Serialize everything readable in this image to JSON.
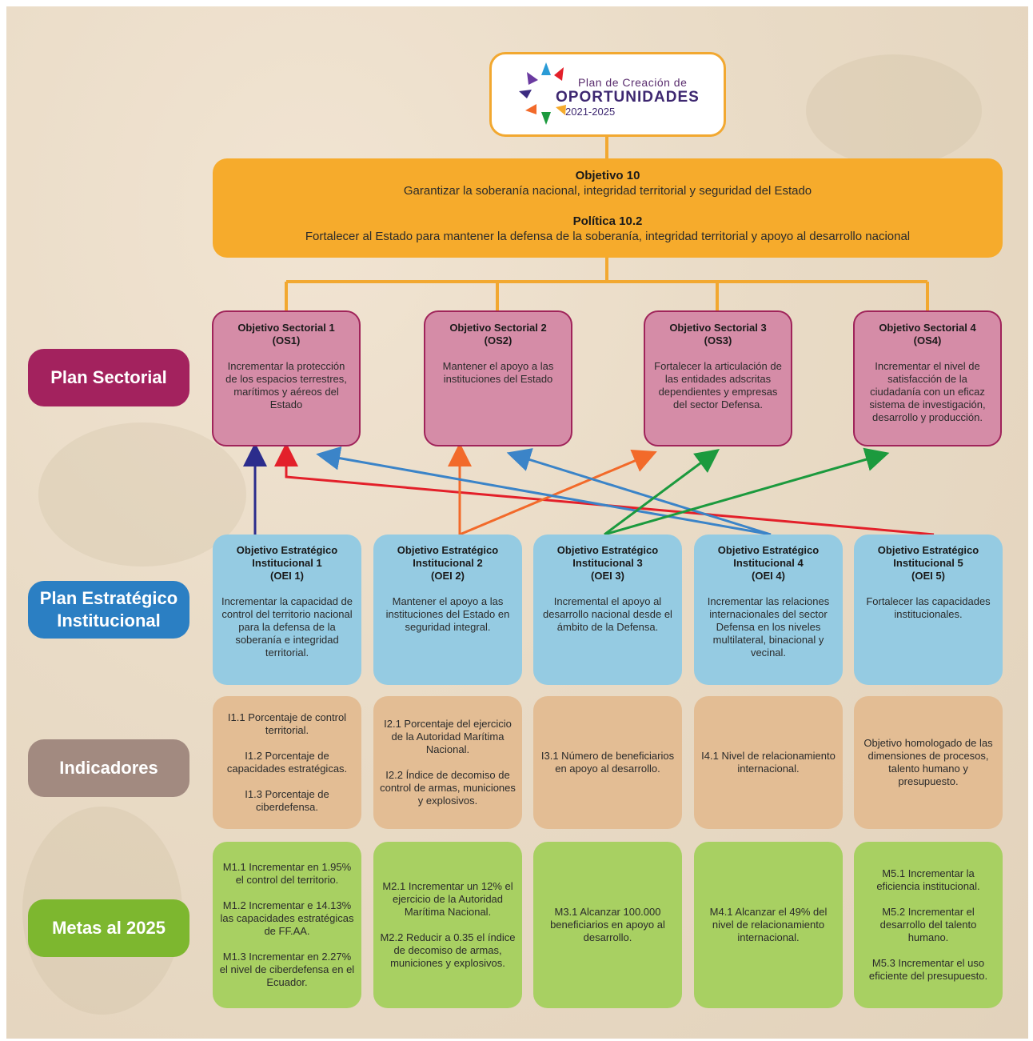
{
  "logo": {
    "line1": "Plan de Creación de",
    "line2": "OPORTUNIDADES",
    "line3": "2021-2025"
  },
  "objetivo": {
    "title": "Objetivo 10",
    "text": "Garantizar la soberanía nacional, integridad territorial y seguridad del Estado",
    "politica_title": "Política 10.2",
    "politica_text": "Fortalecer al Estado para mantener la defensa de la soberanía, integridad territorial y apoyo al desarrollo nacional"
  },
  "row_labels": {
    "sectorial": "Plan Sectorial",
    "institucional": "Plan Estratégico Institucional",
    "indicadores": "Indicadores",
    "metas": "Metas al 2025"
  },
  "sectorial": [
    {
      "title": "Objetivo Sectorial 1",
      "code": "(OS1)",
      "text": "Incrementar la protección de los espacios terrestres, marítimos y aéreos del Estado"
    },
    {
      "title": "Objetivo Sectorial 2",
      "code": "(OS2)",
      "text": "Mantener el apoyo a las instituciones del Estado"
    },
    {
      "title": "Objetivo Sectorial 3",
      "code": "(OS3)",
      "text": "Fortalecer la articulación de las entidades adscritas dependientes y empresas del sector Defensa."
    },
    {
      "title": "Objetivo Sectorial 4",
      "code": "(OS4)",
      "text": "Incrementar el nivel de satisfacción de la ciudadanía con un eficaz sistema de investigación, desarrollo y producción."
    }
  ],
  "institucional": [
    {
      "title1": "Objetivo Estratégico",
      "title2": "Institucional 1",
      "code": "(OEI 1)",
      "text": "Incrementar la capacidad de control del territorio nacional para la defensa de la soberanía e integridad territorial."
    },
    {
      "title1": "Objetivo Estratégico",
      "title2": "Institucional 2",
      "code": "(OEI 2)",
      "text": "Mantener el apoyo a las instituciones del Estado en seguridad integral."
    },
    {
      "title1": "Objetivo Estratégico",
      "title2": "Institucional 3",
      "code": "(OEI 3)",
      "text": "Incremental el apoyo al desarrollo nacional desde el ámbito de la Defensa."
    },
    {
      "title1": "Objetivo Estratégico",
      "title2": "Institucional 4",
      "code": "(OEI 4)",
      "text": "Incrementar las relaciones internacionales del sector Defensa en los niveles multilateral, binacional y vecinal."
    },
    {
      "title1": "Objetivo Estratégico",
      "title2": "Institucional 5",
      "code": "(OEI 5)",
      "text": "Fortalecer las capacidades institucionales."
    }
  ],
  "indicadores": [
    [
      "I1.1 Porcentaje de control territorial.",
      "I1.2 Porcentaje de capacidades estratégicas.",
      "I1.3 Porcentaje de ciberdefensa."
    ],
    [
      "I2.1 Porcentaje del ejercicio de la Autoridad Marítima Nacional.",
      "I2.2 Índice de decomiso de control de armas, municiones y explosivos."
    ],
    [
      "I3.1 Número de beneficiarios en apoyo al desarrollo."
    ],
    [
      "I4.1 Nivel de relacionamiento internacional."
    ],
    [
      "Objetivo homologado de las dimensiones de procesos, talento humano y presupuesto."
    ]
  ],
  "metas": [
    [
      "M1.1 Incrementar en 1.95% el control del territorio.",
      "M1.2 Incrementar e 14.13% las capacidades estratégicas de FF.AA.",
      "M1.3 Incrementar en 2.27% el nivel de ciberdefensa en el Ecuador."
    ],
    [
      "M2.1 Incrementar un 12% el ejercicio de la Autoridad Marítima Nacional.",
      "M2.2 Reducir a 0.35 el índice de decomiso de armas, municiones y explosivos."
    ],
    [
      "M3.1 Alcanzar 100.000 beneficiarios en apoyo al desarrollo."
    ],
    [
      "M4.1 Alcanzar el 49% del nivel de relacionamiento internacional."
    ],
    [
      "M5.1 Incrementar la eficiencia institucional.",
      "M5.2 Incrementar el desarrollo del talento humano.",
      "M5.3 Incrementar el uso eficiente del presupuesto."
    ]
  ],
  "colors": {
    "orange": "#f6ab2c",
    "sectorial": "#d58ca7",
    "institucional": "#95cbe2",
    "indicadores": "#e3bd94",
    "metas": "#a8d062",
    "label_sectorial": "#a3225e",
    "label_institucional": "#2b7fc3",
    "label_indicadores": "#a28a80",
    "label_metas": "#7db72f",
    "arrow_navy": "#2b2c8c",
    "arrow_red": "#e3202a",
    "arrow_orange": "#f26a2a",
    "arrow_blue": "#3b84c8",
    "arrow_green": "#1c9a3e"
  }
}
